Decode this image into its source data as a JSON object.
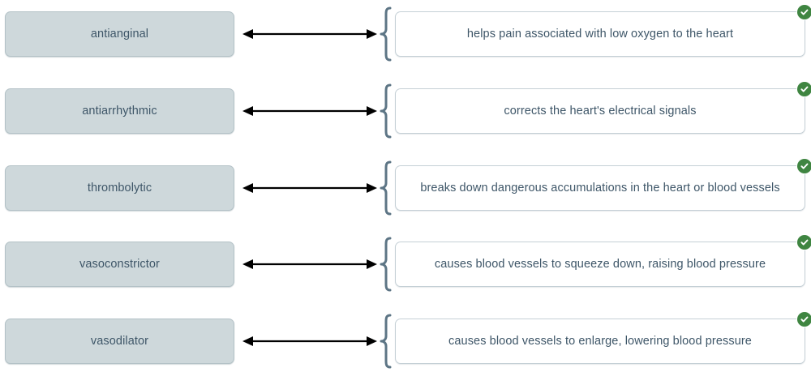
{
  "activity": {
    "type": "matching-exercise",
    "accent_color": "#3f8541",
    "tile_color": "#ced8db",
    "text_color": "#3e5668",
    "brace_color": "#5d7585",
    "card_border_color": "#c5d0d6"
  },
  "rows": [
    {
      "term": "antianginal",
      "definition": "helps pain associated with low oxygen to the heart",
      "status_icon": "check-circle-icon",
      "status": "correct"
    },
    {
      "term": "antiarrhythmic",
      "definition": "corrects the heart's electrical signals",
      "status_icon": "check-circle-icon",
      "status": "correct"
    },
    {
      "term": "thrombolytic",
      "definition": "breaks down dangerous accumulations in the heart or blood vessels",
      "status_icon": "check-circle-icon",
      "status": "correct"
    },
    {
      "term": "vasoconstrictor",
      "definition": "causes blood vessels to squeeze down, raising blood pressure",
      "status_icon": "check-circle-icon",
      "status": "correct"
    },
    {
      "term": "vasodilator",
      "definition": "causes blood vessels to enlarge, lowering blood pressure",
      "status_icon": "check-circle-icon",
      "status": "correct"
    }
  ]
}
